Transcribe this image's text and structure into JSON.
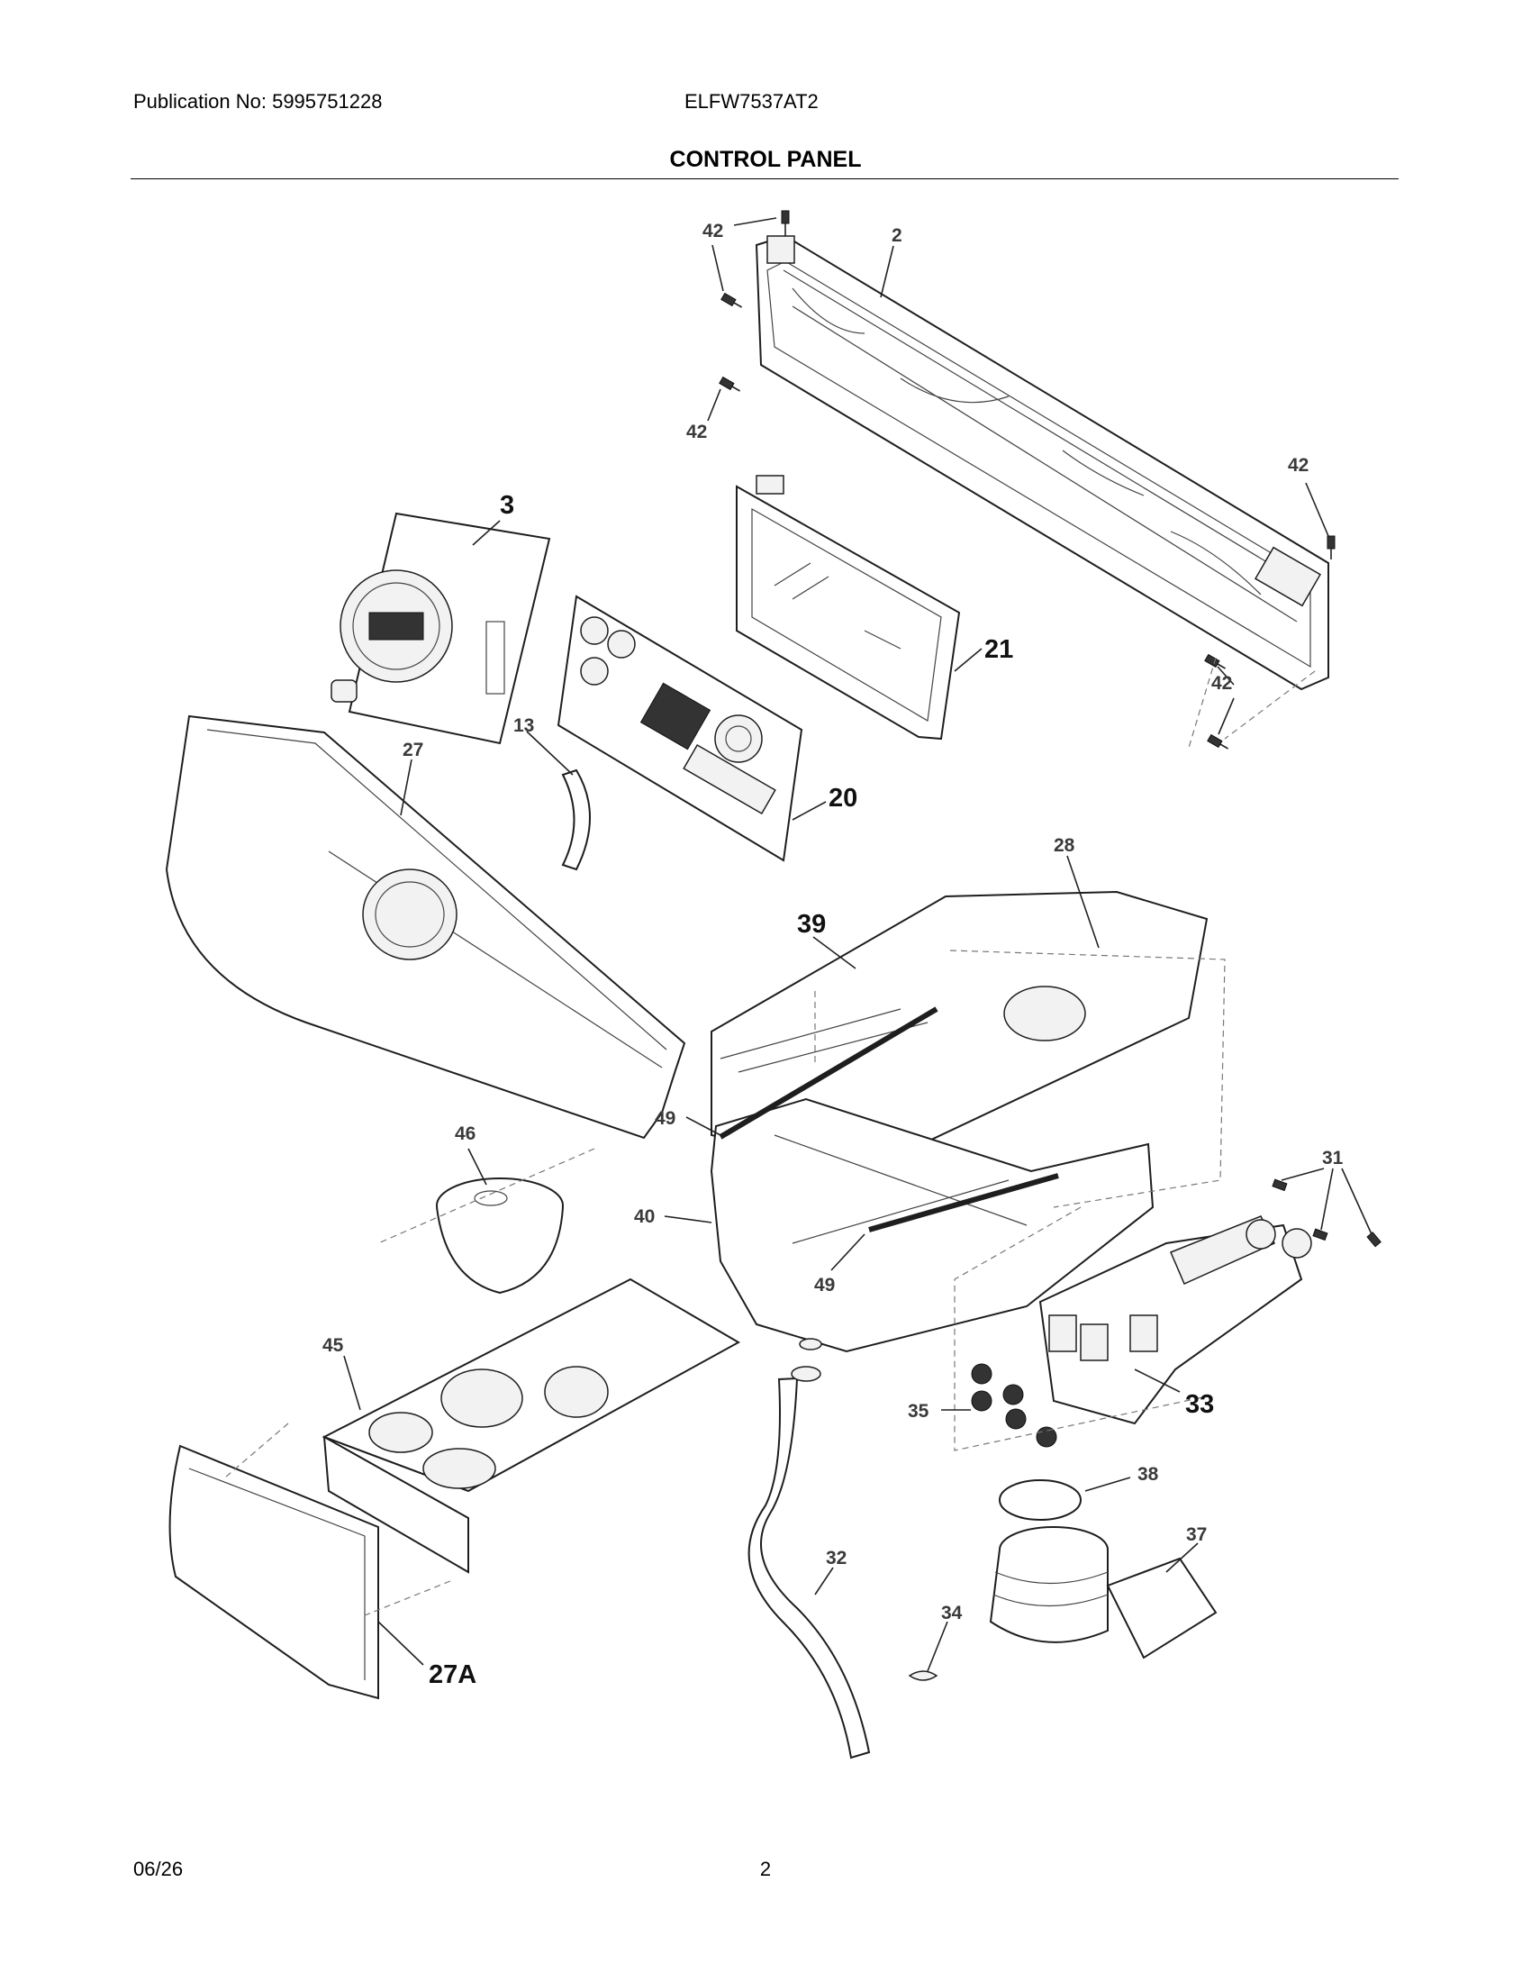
{
  "header": {
    "publication": "Publication No: 5995751228",
    "model": "ELFW7537AT2",
    "title": "CONTROL PANEL"
  },
  "footer": {
    "date": "06/26",
    "page": "2"
  },
  "callouts": {
    "c42a": "42",
    "c2": "2",
    "c42b": "42",
    "c42c": "42",
    "c42d": "42",
    "c3": "3",
    "c21": "21",
    "c13": "13",
    "c27": "27",
    "c20": "20",
    "c28": "28",
    "c39": "39",
    "c46": "46",
    "c49a": "49",
    "c40": "40",
    "c49b": "49",
    "c31": "31",
    "c45": "45",
    "c35": "35",
    "c33": "33",
    "c38": "38",
    "c37": "37",
    "c32": "32",
    "c34": "34",
    "c27A": "27A"
  }
}
